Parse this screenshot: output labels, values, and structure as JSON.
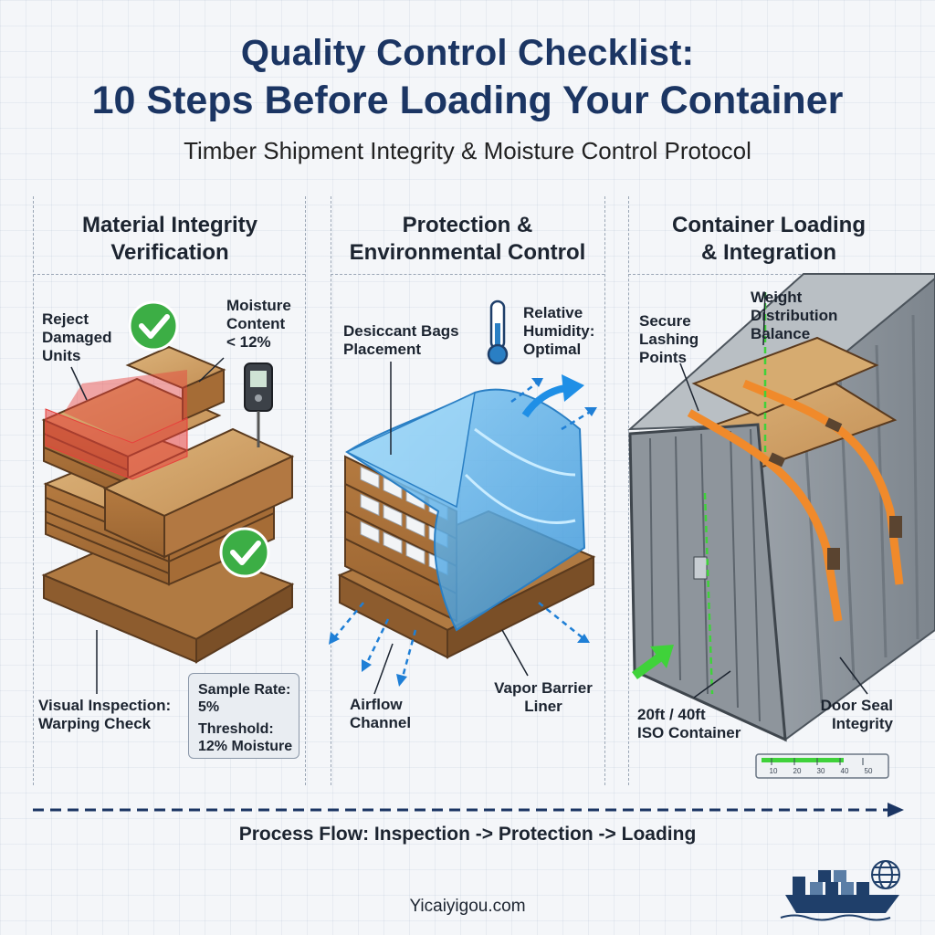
{
  "header": {
    "title_line1": "Quality Control Checklist:",
    "title_line2": "10 Steps Before Loading Your Container",
    "subtitle": "Timber Shipment Integrity & Moisture Control Protocol"
  },
  "panels": [
    {
      "heading": [
        "Material Integrity",
        "Verification"
      ],
      "labels": {
        "reject": [
          "Reject",
          "Damaged",
          "Units"
        ],
        "moisture": [
          "Moisture",
          "Content",
          "< 12%"
        ],
        "visual": [
          "Visual Inspection:",
          "Warping Check"
        ],
        "sample_rate": [
          "Sample Rate:",
          "5%"
        ],
        "threshold": [
          "Threshold:",
          "12% Moisture"
        ]
      }
    },
    {
      "heading": [
        "Protection &",
        "Environmental Control"
      ],
      "labels": {
        "desiccant": [
          "Desiccant Bags",
          "Placement"
        ],
        "humidity": [
          "Relative",
          "Humidity:",
          "Optimal"
        ],
        "airflow": [
          "Airflow",
          "Channel"
        ],
        "vapor": [
          "Vapor Barrier",
          "Liner"
        ]
      }
    },
    {
      "heading": [
        "Container Loading",
        "& Integration"
      ],
      "labels": {
        "lashing": [
          "Secure",
          "Lashing",
          "Points"
        ],
        "weight": [
          "Weight",
          "Distribution",
          "Balance"
        ],
        "iso": [
          "20ft / 40ft",
          "ISO Container"
        ],
        "seal": [
          "Door Seal",
          "Integrity"
        ]
      },
      "gauge_ticks": [
        "10",
        "20",
        "30",
        "40",
        "50"
      ]
    }
  ],
  "footer": {
    "flow": "Process Flow: Inspection -> Protection -> Loading",
    "site": "Yicaiyigou.com"
  },
  "icons": [
    "check-icon",
    "moisture-meter-icon",
    "thermometer-icon",
    "ship-icon",
    "globe-icon"
  ],
  "colors": {
    "title": "#1b3563",
    "wood": "#c99a62",
    "wrap": "#5fb4ea",
    "strap": "#f08a2b",
    "container": "#8f979f",
    "check": "#3cae45",
    "reject": "#e8403c",
    "accent_green": "#3fd23a"
  }
}
